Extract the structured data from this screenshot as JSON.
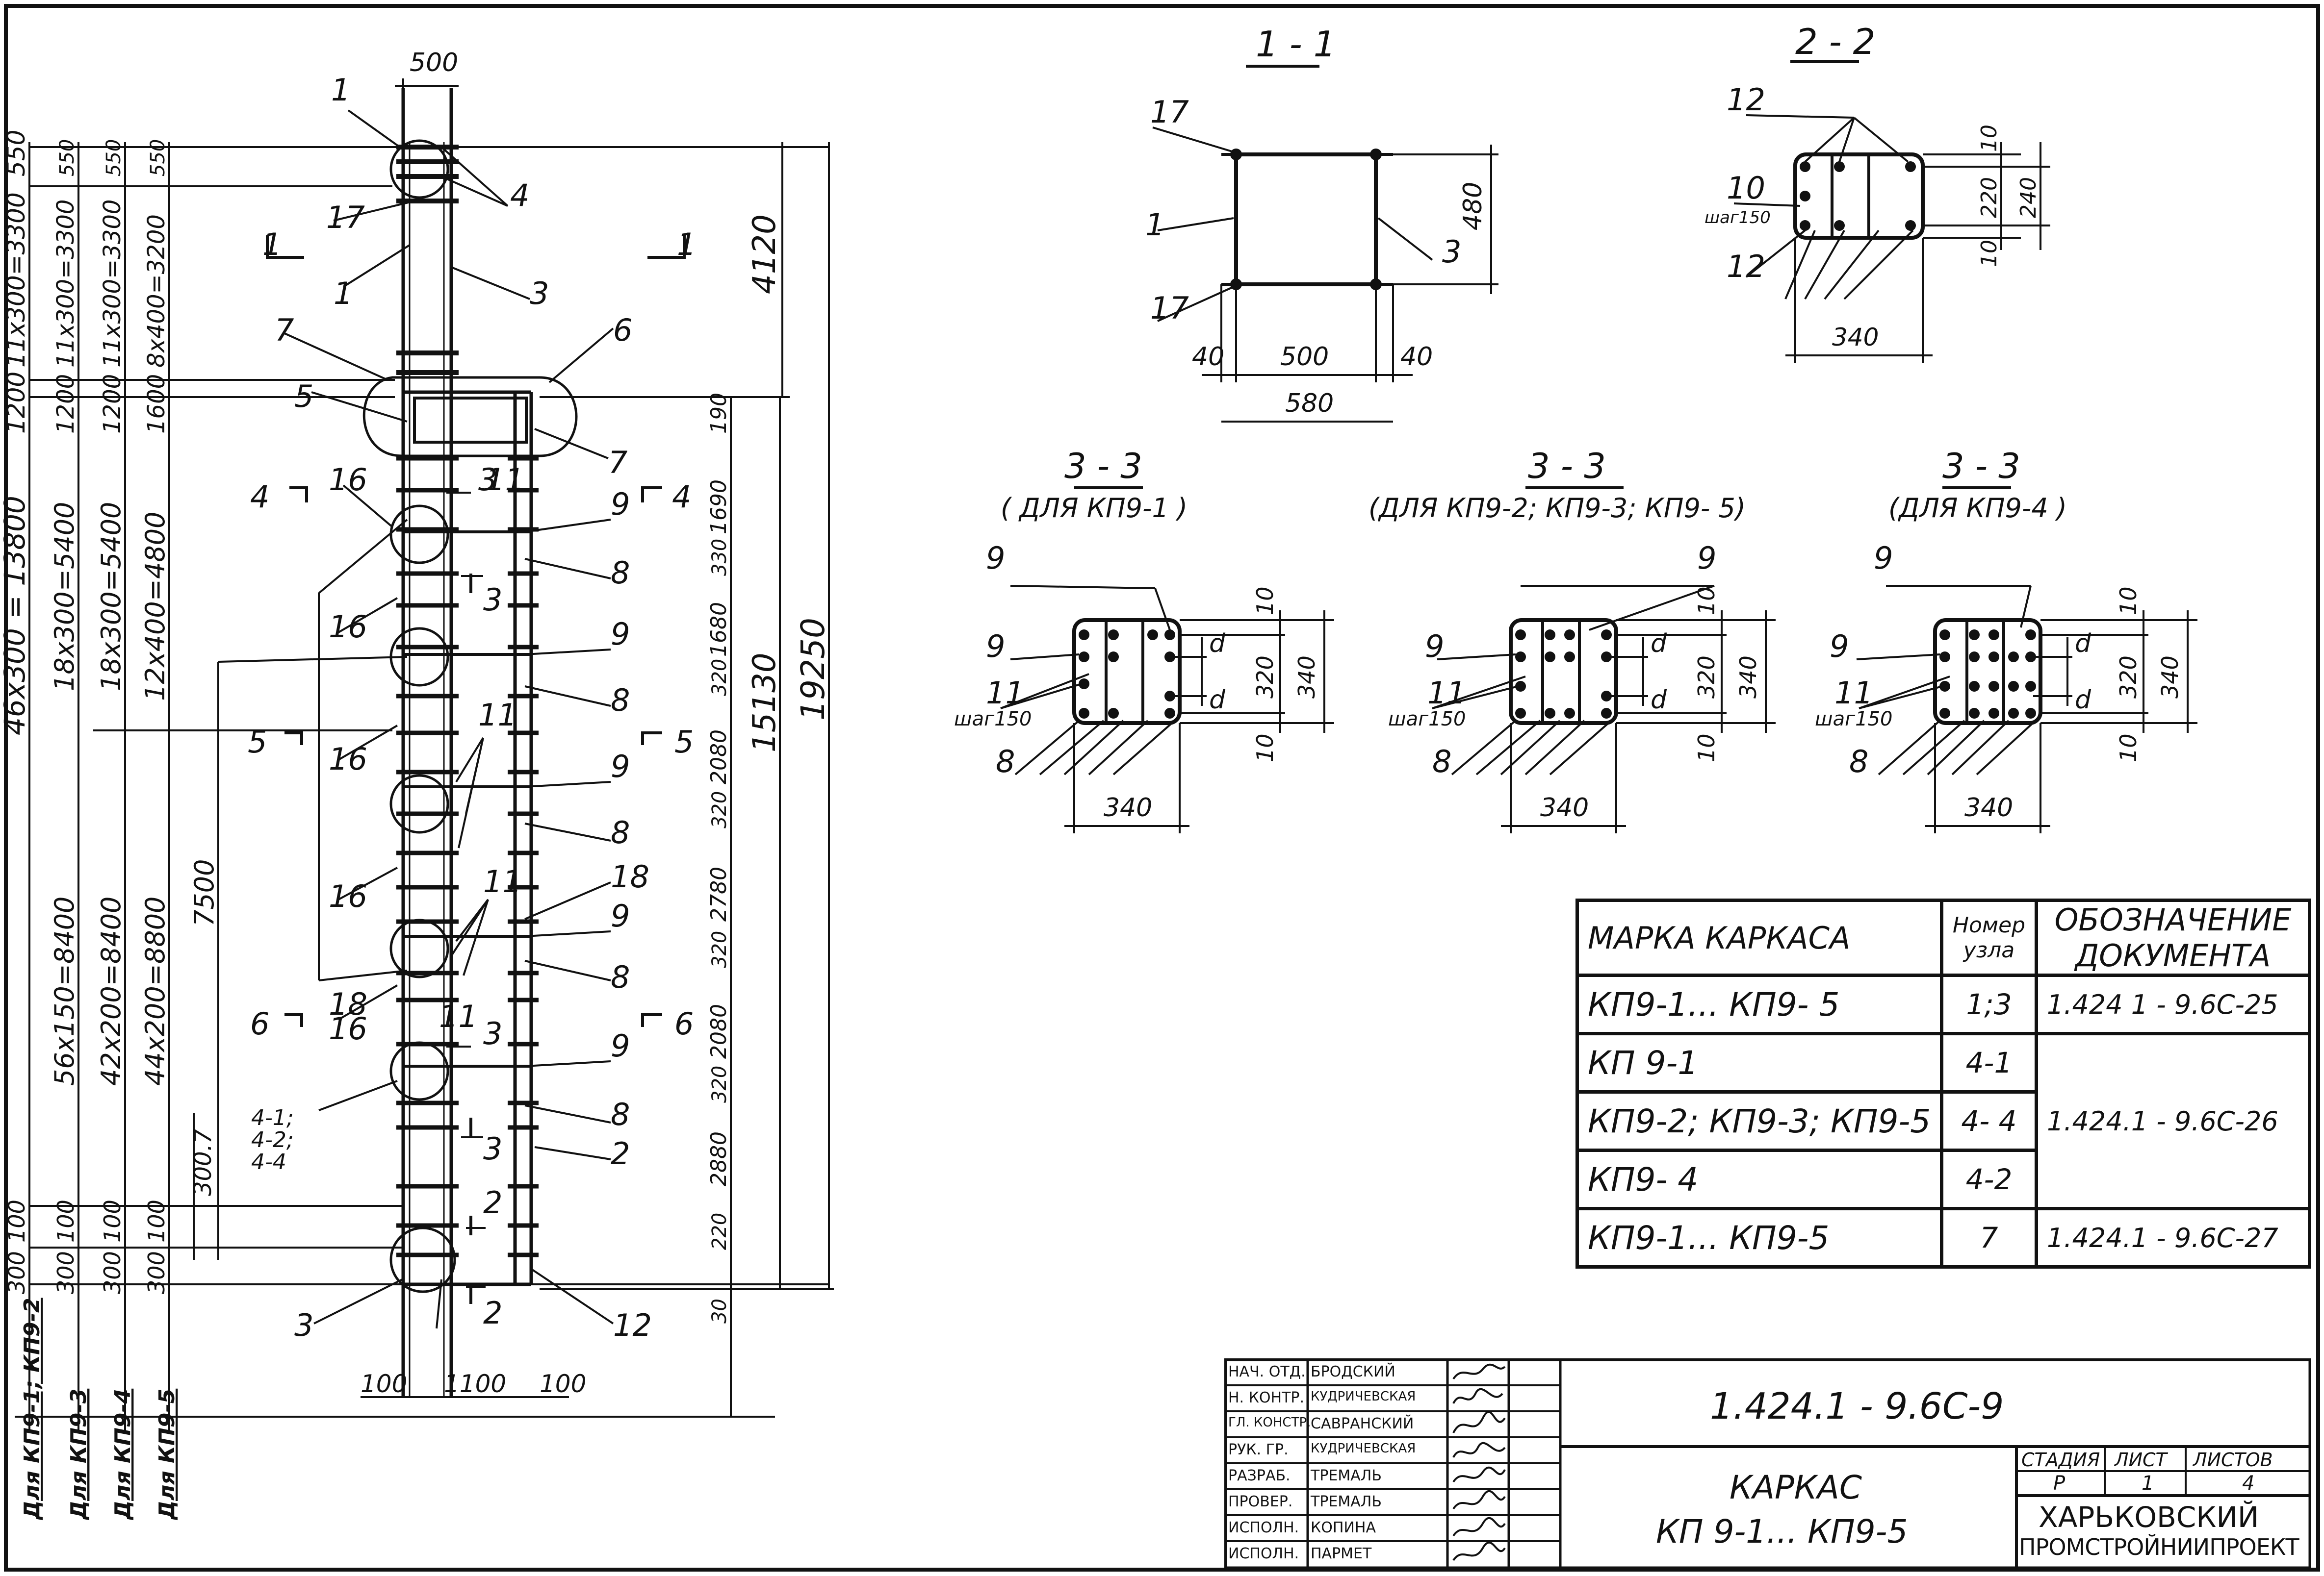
{
  "sections": {
    "s11": "1 - 1",
    "s22": "2 - 2",
    "s33": "3 - 3",
    "s33_a_sub": "( ДЛЯ КП9-1 )",
    "s33_b_sub": "(ДЛЯ КП9-2; КП9-3; КП9- 5)",
    "s33_c_sub": "(ДЛЯ КП9-4 )"
  },
  "left_dims": {
    "col1": [
      "46х300 = 13800",
      "1200",
      "11х300=3300",
      "550",
      "100",
      "300"
    ],
    "col2": [
      "56х150=8400",
      "18х300=5400",
      "1200",
      "11х300=3300",
      "550",
      "100",
      "300"
    ],
    "col3": [
      "42х200=8400",
      "18х300=5400",
      "1200",
      "11х300=3300",
      "550",
      "100",
      "300"
    ],
    "col4": [
      "44х200=8800",
      "12х400=4800",
      "1600",
      "8х400=3200",
      "550",
      "100",
      "300"
    ],
    "col_labels": [
      "Для КП9-1; КП9-2",
      "Для КП9-3",
      "Для КП9-4",
      "Для КП9-5"
    ],
    "d7500": "7500",
    "d3007": "300.7",
    "node_call": [
      "4-1;",
      "4-2;",
      "4-4"
    ]
  },
  "right_dims": [
    "190",
    "1690",
    "330",
    "1680",
    "320",
    "2080",
    "320",
    "2780",
    "320",
    "2080",
    "320",
    "2880",
    "220",
    "30"
  ],
  "totals": {
    "h4120": "4120",
    "h15130": "15130",
    "h19250": "19250"
  },
  "top_dim": "500",
  "bottom_dims": [
    "100",
    "1100",
    "100"
  ],
  "view11": {
    "w40l": "40",
    "w500": "500",
    "w40r": "40",
    "w580": "580",
    "h480": "480"
  },
  "view22": {
    "w340": "340",
    "d10a": "10",
    "d220": "220",
    "d10b": "10",
    "d240": "240",
    "step": "шаг150"
  },
  "view33": {
    "w340": "340",
    "d10": "10",
    "d320": "320",
    "d340": "340",
    "d": "d",
    "step": "шаг150"
  },
  "table": {
    "h_mark": "МАРКА КАРКАСА",
    "h_node_1": "Номер",
    "h_node_2": "узла",
    "h_doc_1": "ОБОЗНАЧЕНИЕ",
    "h_doc_2": "ДОКУМЕНТА",
    "rows": [
      {
        "mark": "КП9-1... КП9- 5",
        "node": "1;3",
        "doc": "1.424 1 - 9.6С-25"
      },
      {
        "mark": "КП 9-1",
        "node": "4-1",
        "doc": ""
      },
      {
        "mark": "КП9-2; КП9-3; КП9-5",
        "node": "4- 4",
        "doc": "1.424.1 - 9.6С-26"
      },
      {
        "mark": "КП9- 4",
        "node": "4-2",
        "doc": ""
      },
      {
        "mark": "КП9-1... КП9-5",
        "node": "7",
        "doc": "1.424.1 - 9.6С-27"
      }
    ]
  },
  "stamp": {
    "roles": [
      "НАЧ. ОТД.",
      "Н. КОНТР.",
      "ГЛ. КОНСТР.",
      "РУК. ГР.",
      "РАЗРАБ.",
      "ПРОВЕР.",
      "ИСПОЛН.",
      "ИСПОЛН."
    ],
    "names": [
      "БРОДСКИЙ",
      "КУДРИЧЕВСКАЯ",
      "САВРАНСКИЙ",
      "КУДРИЧЕВСКАЯ",
      "ТРЕМАЛЬ",
      "ТРЕМАЛЬ",
      "КОПИНА",
      "ПАРМЕТ"
    ],
    "doc_code": "1.424.1 - 9.6С-9",
    "title_1": "КАРКАС",
    "title_2": "КП 9-1... КП9-5",
    "stage_h": "СТАДИЯ",
    "sheet_h": "ЛИСТ",
    "sheets_h": "ЛИСТОВ",
    "stage": "Р",
    "sheet": "1",
    "sheets": "4",
    "org_1": "ХАРЬКОВСКИЙ",
    "org_2": "ПРОМСТРОЙНИИПРОЕКТ"
  }
}
